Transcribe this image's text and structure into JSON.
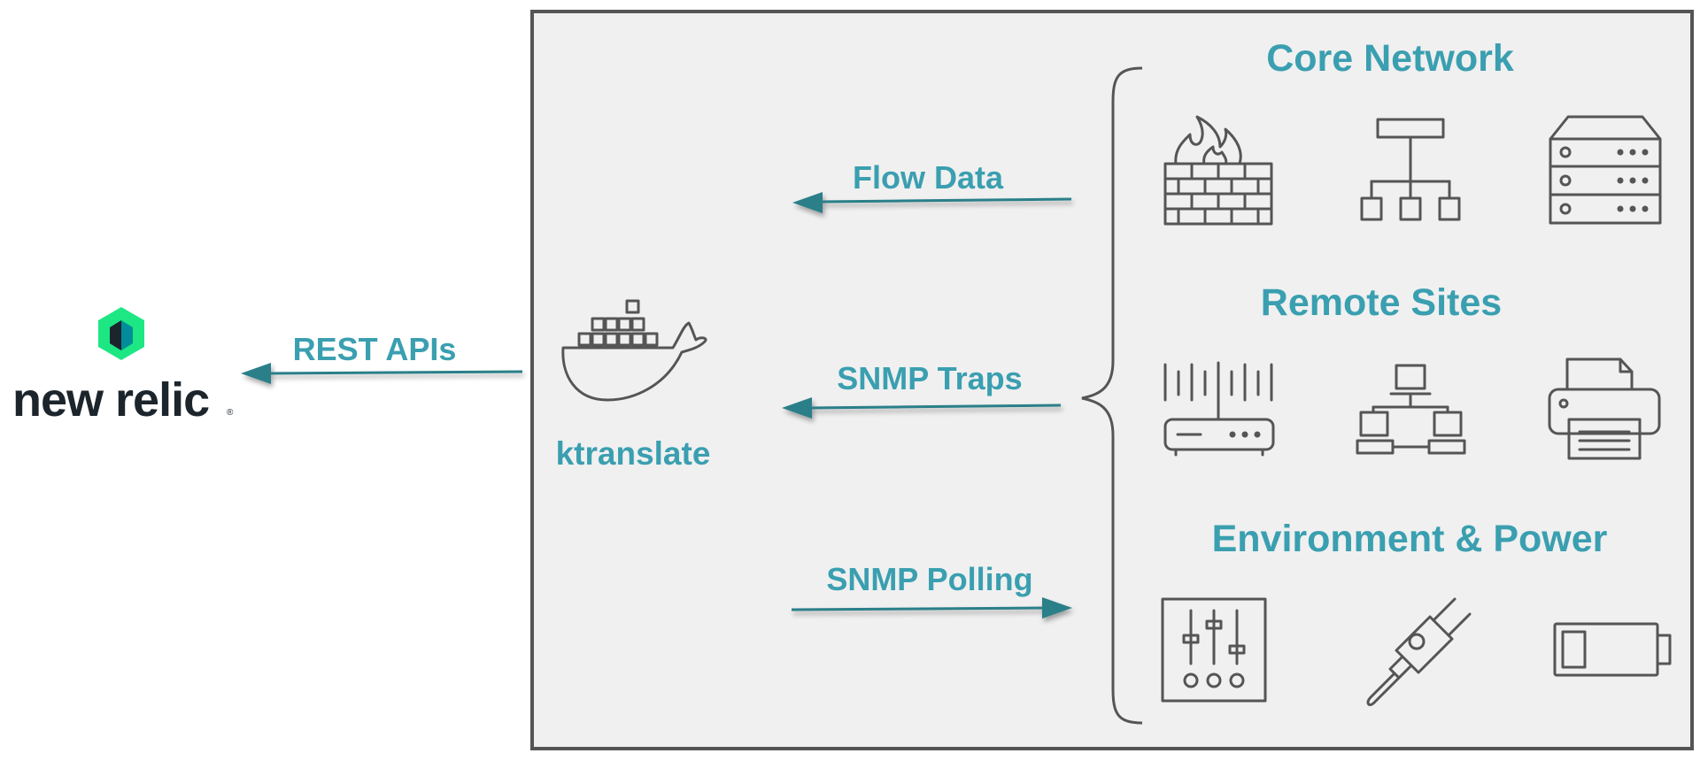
{
  "new_relic": {
    "wordmark": "new relic",
    "registered_mark": "®",
    "connector_label": "REST APIs"
  },
  "collector": {
    "label": "ktranslate",
    "icon": "docker-whale-icon"
  },
  "flows": {
    "flow_data": "Flow Data",
    "snmp_traps": "SNMP Traps",
    "snmp_polling": "SNMP Polling"
  },
  "groups": {
    "core_network": {
      "title": "Core Network",
      "icons": [
        "firewall-icon",
        "network-hierarchy-icon",
        "server-rack-icon"
      ]
    },
    "remote_sites": {
      "title": "Remote Sites",
      "icons": [
        "router-icon",
        "connected-computers-icon",
        "printer-icon"
      ]
    },
    "environment_power": {
      "title": "Environment & Power",
      "icons": [
        "control-panel-sliders-icon",
        "power-plug-icon",
        "battery-icon"
      ]
    }
  },
  "colors": {
    "label_teal": "#3a9fb0",
    "arrow_teal": "#2a7f89",
    "icon_gray": "#555555",
    "panel_bg": "#f0f0f0",
    "new_relic_green": "#1ce783"
  }
}
